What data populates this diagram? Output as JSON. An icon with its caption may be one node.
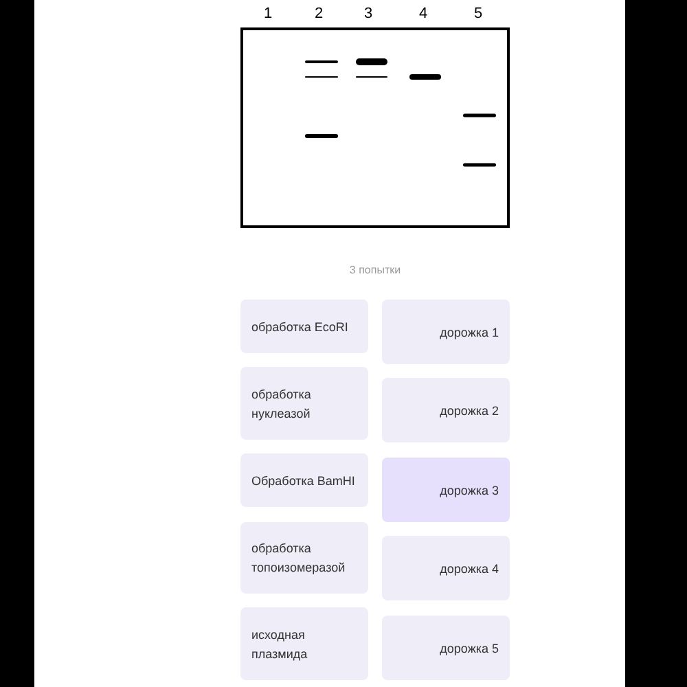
{
  "diagram": {
    "nodes": [
      {
        "text": [
          "обработка EcoRI"
        ]
      },
      {
        "text": [
          "дорожка 1"
        ]
      },
      {
        "text": [
          "обработка нуклеазой"
        ]
      },
      {
        "text": [
          "дорожка 2"
        ]
      },
      {
        "text": [
          "Обработка BamHI"
        ]
      },
      {
        "text": [
          "дорожка 3"
        ]
      },
      {
        "text": [
          "обработка топоизомеразой"
        ]
      },
      {
        "text": [
          "дорожка 4"
        ]
      },
      {
        "text": [
          "исходная плазмида"
        ]
      },
      {
        "text": [
          "дорожка 5"
        ]
      }
    ],
    "labels": [
      "1",
      "2",
      "3",
      "4",
      "5",
      "3 попытки"
    ]
  }
}
